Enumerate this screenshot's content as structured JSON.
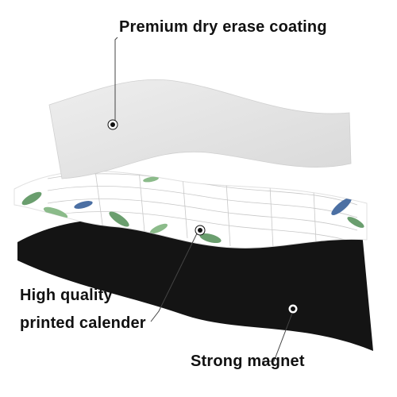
{
  "labels": {
    "coating": "Premium dry erase coating",
    "calendar_line1": "High quality",
    "calendar_line2": "printed calender",
    "magnet": "Strong magnet"
  },
  "colors": {
    "coating_layer": "#e6e6e6",
    "magnet_layer": "#141414",
    "calendar_layer": "#ffffff",
    "leaf_green": "#6a9e6e",
    "leaf_blue": "#4b6fa3",
    "grid_line": "#c8c8c8",
    "callout_line": "#444444",
    "text": "#111111"
  },
  "icons": [
    "marker-dot-icon",
    "leaf-decoration-icon"
  ]
}
